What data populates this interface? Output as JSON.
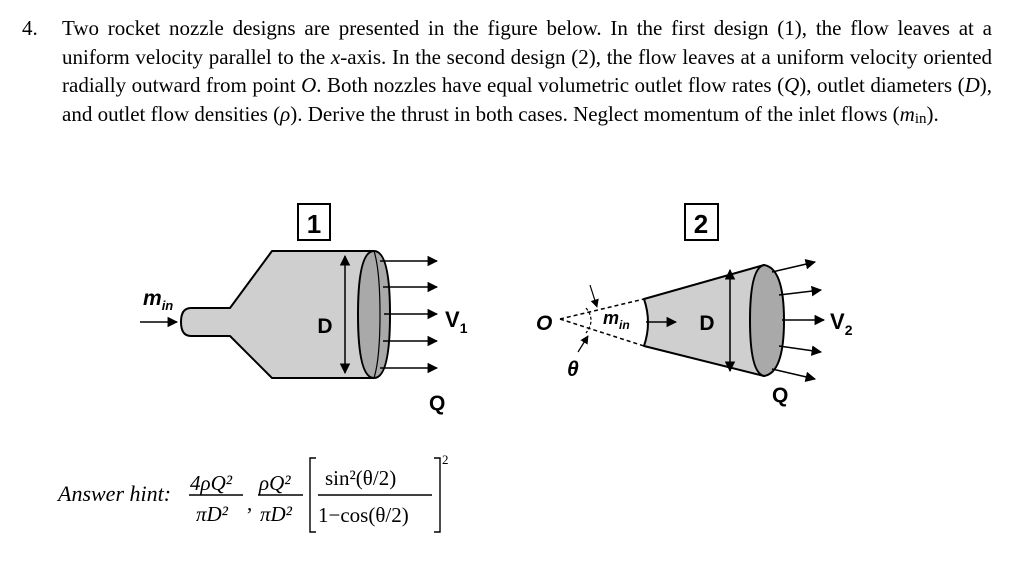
{
  "problem": {
    "number": "4.",
    "text_html": "Two rocket nozzle designs are presented in the figure below. In the first design (1), the flow leaves at a uniform velocity parallel to the <em>x</em>-axis. In the second design (2), the flow leaves at a uniform velocity oriented radially outward from point <em>O</em>. Both nozzles have equal volumetric outlet flow rates (<em>Q</em>), outlet diameters (<em>D</em>), and outlet flow densities (<em>&rho;</em>). Derive the thrust in both cases. Neglect momentum of the inlet flows (<em>m</em><span class=\"sub\">in</span>)."
  },
  "figure1": {
    "box_label": "1",
    "inlet_label_main": "m",
    "inlet_label_sub": "in",
    "diameter_label": "D",
    "velocity_main": "V",
    "velocity_sub": "1",
    "flow_label": "Q"
  },
  "figure2": {
    "box_label": "2",
    "origin_label": "O",
    "angle_label": "θ",
    "inlet_label_main": "m",
    "inlet_label_sub": "in",
    "diameter_label": "D",
    "velocity_main": "V",
    "velocity_sub": "2",
    "flow_label": "Q"
  },
  "answer_hint": {
    "label": "Answer hint:",
    "term1_num": "4ρQ²",
    "term1_den": "πD²",
    "separator": ",",
    "term2_num": "ρQ²",
    "term2_den": "πD²",
    "bracket_num": "sin²(θ/2)",
    "bracket_den": "1−cos(θ/2)",
    "exponent": "2"
  },
  "colors": {
    "nozzle_fill": "#cfcfcf",
    "exit_fill": "#a9a9a9",
    "stroke": "#000000"
  }
}
